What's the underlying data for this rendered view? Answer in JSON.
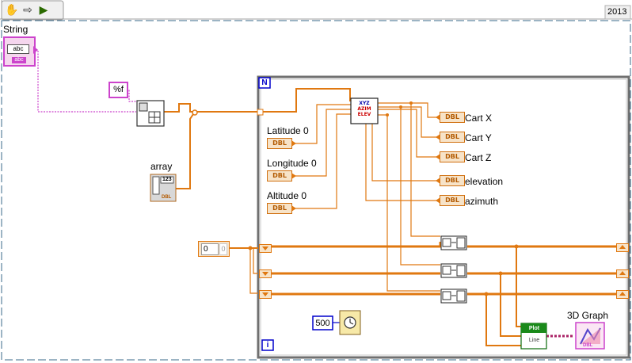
{
  "toolbar": {
    "version": "2013",
    "buttons": [
      "hand-tool-icon",
      "run-arrow-icon",
      "run-highlight-icon"
    ]
  },
  "frontpanel": {
    "string_label": "String",
    "string_terminal_text": "abc",
    "string_terminal_sub": "abc",
    "format_constant": "%f",
    "array_label": "array",
    "array_index_text": "123",
    "array_dbl_text": "DBL",
    "numeric_value": "0",
    "numeric_index": "0",
    "wait_value": "500"
  },
  "loop": {
    "count_label": "N",
    "iteration_label": "i"
  },
  "controls": [
    {
      "label": "Latitude 0",
      "type": "DBL"
    },
    {
      "label": "Longitude 0",
      "type": "DBL"
    },
    {
      "label": "Altitude 0",
      "type": "DBL"
    }
  ],
  "subvi": {
    "line1": "XYZ",
    "line2": "AZIM",
    "line3": "ELEV"
  },
  "indicators": [
    {
      "label": "Cart  X",
      "type": "DBL"
    },
    {
      "label": "Cart Y",
      "type": "DBL"
    },
    {
      "label": "Cart Z",
      "type": "DBL"
    },
    {
      "label": "elevation",
      "type": "DBL"
    },
    {
      "label": "azimuth",
      "type": "DBL"
    }
  ],
  "plot_node": {
    "top": "Plot",
    "bottom": "Line"
  },
  "graph": {
    "label": "3D Graph",
    "sub": "DBL"
  },
  "colors": {
    "orange_wire": "#e07810",
    "pink_wire": "#cc44cc",
    "blue_frame": "#0000cc",
    "green_node": "#008800"
  }
}
